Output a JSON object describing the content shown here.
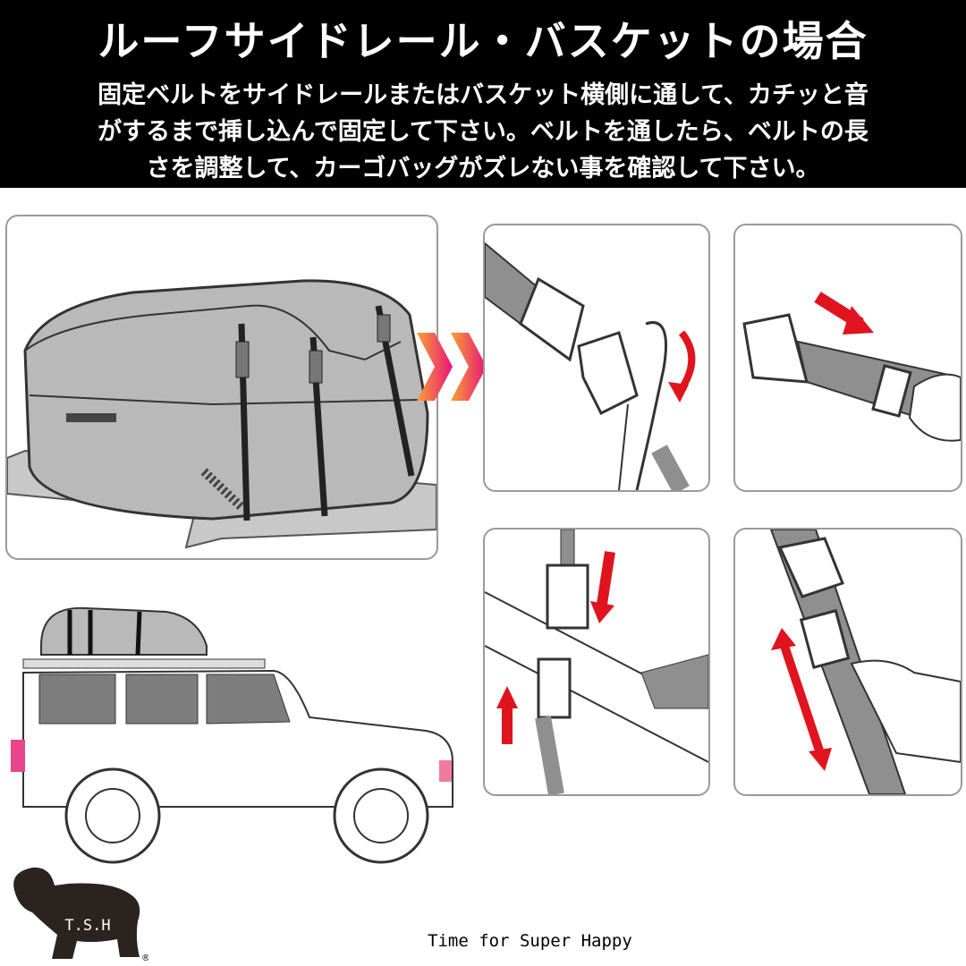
{
  "header": {
    "title": "ルーフサイドレール・バスケットの場合",
    "description_lines": [
      "固定ベルトをサイドレールまたはバスケット横側に通して、カチッと音",
      "がするまで挿し込んで固定して下さい。ベルトを通したら、ベルトの長",
      "さを調整して、カーゴバッグがズレない事を確認して下さい。"
    ]
  },
  "brand": {
    "logo_text": "T.S.H",
    "registered_mark": "®",
    "tagline": "Time for Super Happy"
  },
  "colors": {
    "header_bg": "#000000",
    "header_text": "#ffffff",
    "arrow_red": "#e0141e",
    "chevron_start": "#f7a233",
    "chevron_end": "#e8147a",
    "bag_gray": "#b9b9b9",
    "strap_gray": "#8f8f8f"
  },
  "icons": [
    "chevron-right-icon",
    "red-arrow-icon",
    "buckle-icon",
    "hand-icon",
    "dog-logo-icon"
  ]
}
